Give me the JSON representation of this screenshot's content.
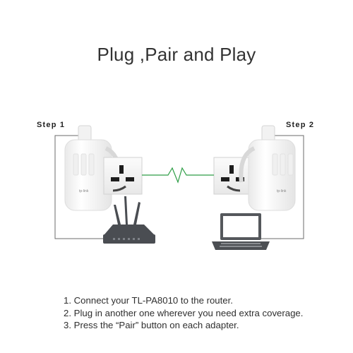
{
  "title": "Plug ,Pair and Play",
  "steps": {
    "step1": "Step 1",
    "step2": "Step 2"
  },
  "adapter_brand": "tp-link",
  "colors": {
    "connection_wave": "#2e9e46",
    "cable": "#6b6b6b",
    "router": "#4a4d52",
    "laptop": "#55585c",
    "plate": "#f3f3f3",
    "adapter": "#fafafa"
  },
  "icons": [
    "wall-socket-icon",
    "powerline-adapter-icon",
    "router-icon",
    "laptop-icon",
    "connection-wave-icon"
  ],
  "instructions": [
    "1. Connect your TL-PA8010 to the router.",
    "2. Plug in another one wherever you need extra coverage.",
    "3. Press the “Pair” button on each adapter."
  ]
}
